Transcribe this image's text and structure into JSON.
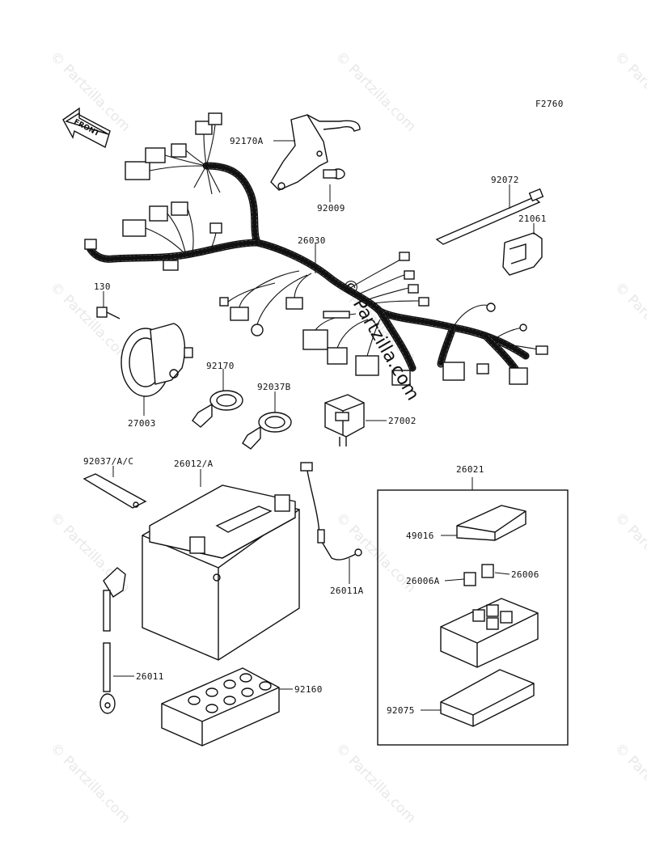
{
  "figure_code": "F2760",
  "front_marker": "FRONT",
  "watermark_small": "© Partzilla.com",
  "watermark_large": "© Partzilla.com",
  "parts": {
    "p92170A": "92170A",
    "p92009": "92009",
    "p26030": "26030",
    "p92072": "92072",
    "p21061": "21061",
    "p130": "130",
    "p27003": "27003",
    "p92170": "92170",
    "p92037B": "92037B",
    "p27002": "27002",
    "p92037AC": "92037/A/C",
    "p26012A": "26012/A",
    "p26021": "26021",
    "p49016": "49016",
    "p26006A": "26006A",
    "p26006": "26006",
    "p26011A": "26011A",
    "p26011": "26011",
    "p92160": "92160",
    "p92075": "92075"
  }
}
